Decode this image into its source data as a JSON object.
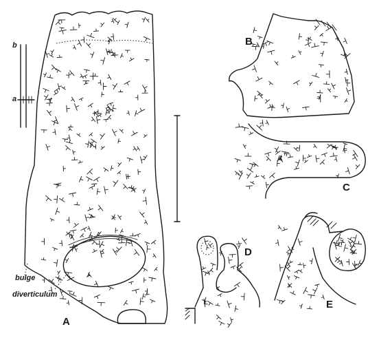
{
  "figure": {
    "panels": [
      {
        "id": "A",
        "label": "A"
      },
      {
        "id": "B",
        "label": "B"
      },
      {
        "id": "C",
        "label": "C"
      },
      {
        "id": "D",
        "label": "D"
      },
      {
        "id": "E",
        "label": "E"
      }
    ],
    "annotations": {
      "bulge": "bulge",
      "diverticulum": "diverticulum"
    },
    "scale_bars": {
      "b": "b",
      "a": "a"
    }
  }
}
